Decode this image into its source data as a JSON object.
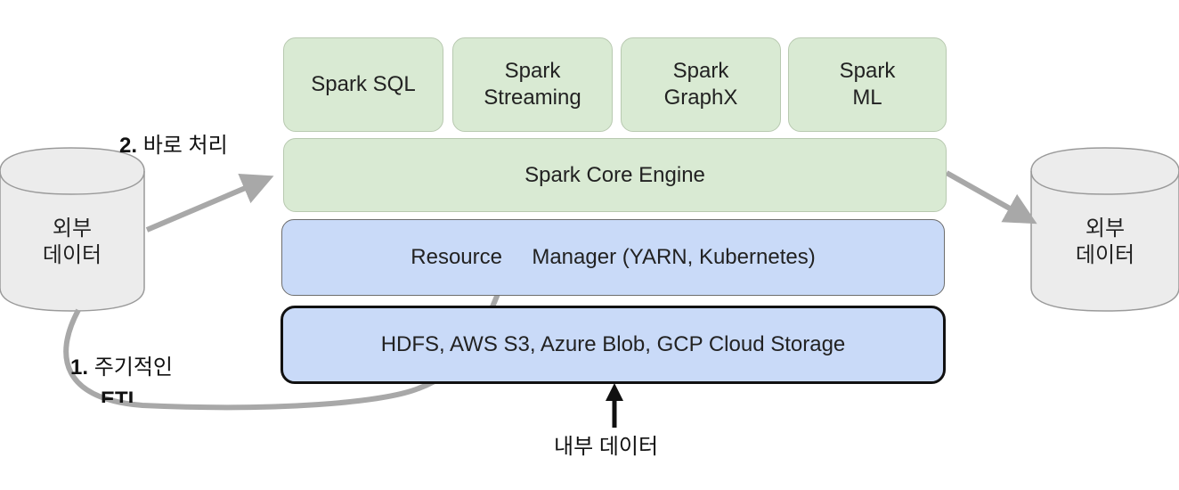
{
  "spark_modules": [
    {
      "label": "Spark SQL"
    },
    {
      "label": "Spark\nStreaming"
    },
    {
      "label": "Spark\nGraphX"
    },
    {
      "label": "Spark\nML"
    }
  ],
  "core_engine": {
    "label": "Spark Core Engine"
  },
  "resource_manager": {
    "label": "Resource     Manager (YARN, Kubernetes)"
  },
  "storage": {
    "label": "HDFS, AWS S3, Azure Blob, GCP Cloud Storage"
  },
  "external_left": {
    "label": "외부\n데이터"
  },
  "external_right": {
    "label": "외부\n데이터"
  },
  "step_direct": {
    "num": "2.",
    "text": "바로 처리"
  },
  "step_etl": {
    "num": "1.",
    "text": "주기적인",
    "text2": "ETL"
  },
  "internal_data": {
    "label": "내부 데이터"
  }
}
